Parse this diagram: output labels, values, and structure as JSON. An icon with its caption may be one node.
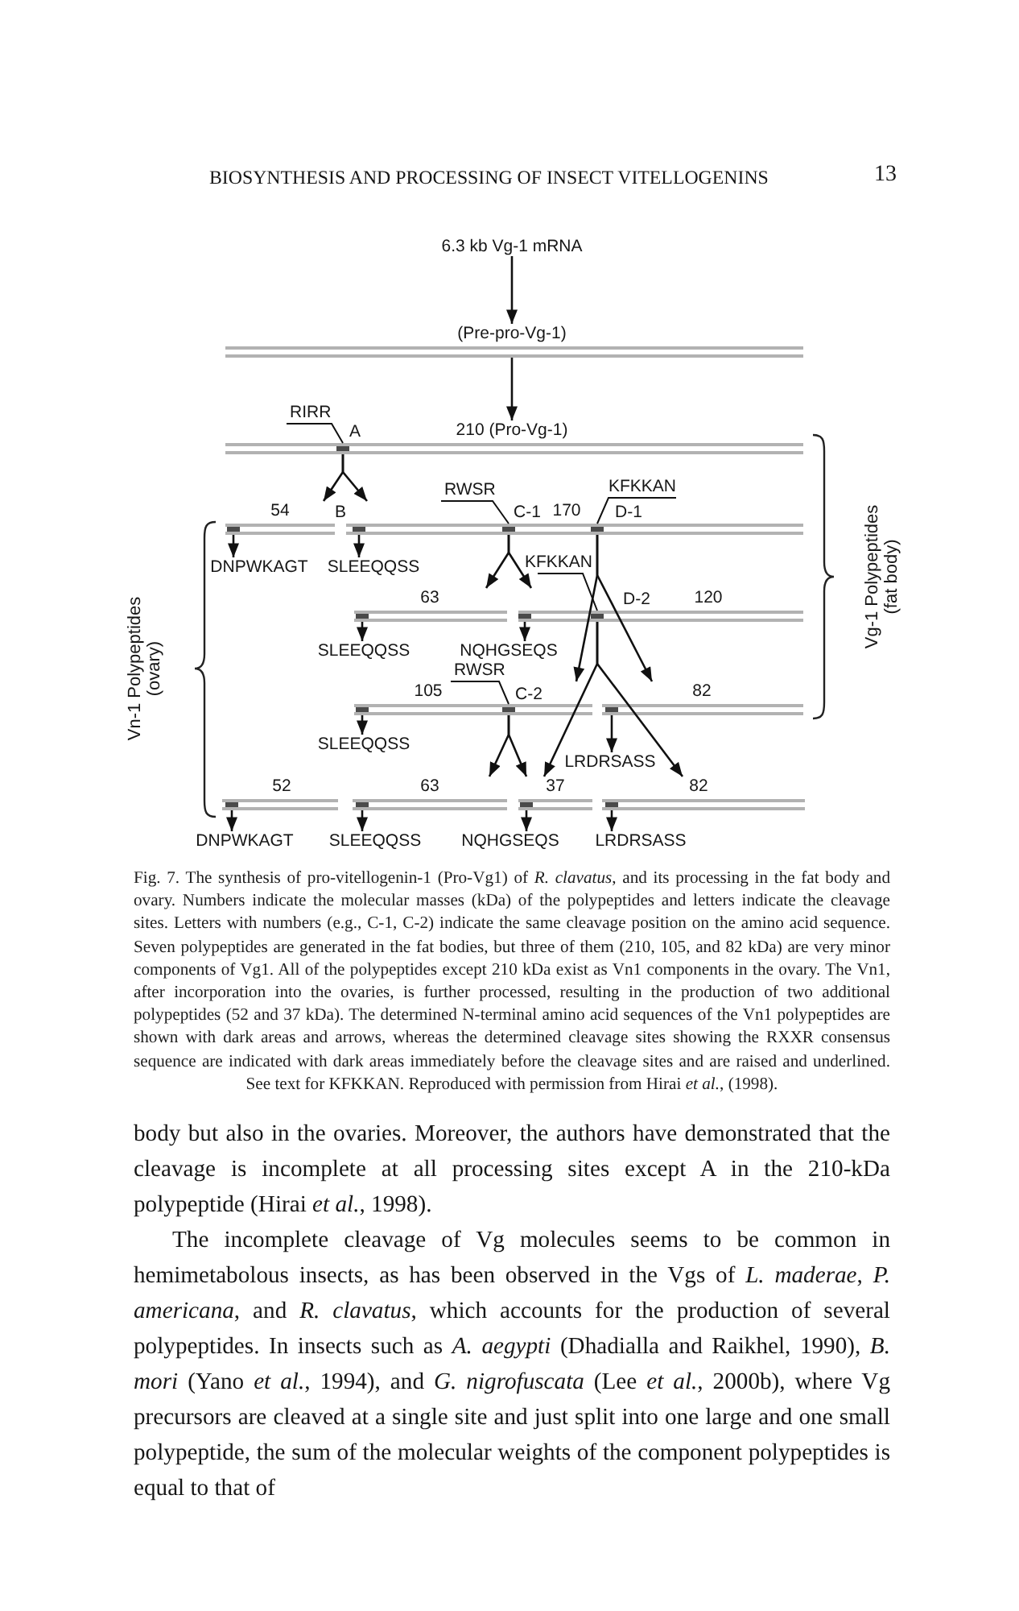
{
  "diagram": {
    "caption": "Fig. 7. The synthesis of pro-vitellogenin-1 (Pro-Vg1) of *R. clavatus*, and its processing in the fat body and ovary. Numbers indicate the molecular masses (kDa) of the polypeptides and letters indicate the cleavage sites. Letters with numbers (e.g., C-1, C-2) indicate the same cleavage position on the amino acid sequence. Seven polypeptides are generated in the fat bodies, but three of them (210, 105, and 82 kDa) are very minor components of Vg1. All of the polypeptides except 210 kDa exist as Vn1 components in the ovary. The Vn1, after incorporation into the ovaries, is further processed, resulting in the production of two additional polypeptides (52 and 37 kDa). The determined N-terminal amino acid sequences of the Vn1 polypeptides are shown with dark areas and arrows, whereas the determined cleavage sites showing the RXXR consensus sequence are indicated with dark areas immediately before the cleavage sites and are raised and underlined. See text for KFKKAN. Reproduced with permission from Hirai *et al.*, (1998).",
    "nodes": [
      {
        "text": [
          "6.3 kb Vg-1 mRNA"
        ]
      },
      {
        "text": [
          "(Pre-pro-Vg-1)"
        ]
      },
      {
        "text": [
          "RIRR"
        ]
      },
      {
        "text": [
          "210 (Pro-Vg-1)"
        ]
      },
      {
        "text": [],
        "shape": "box",
        "in": 3
      },
      {
        "text": [
          "54"
        ]
      },
      {
        "text": [],
        "shape": "box",
        "in": 5
      },
      {
        "text": [
          "RWSR"
        ]
      },
      {
        "text": [
          "KFKKAN"
        ]
      },
      {
        "text": [
          "170"
        ]
      },
      {
        "text": [],
        "shape": "box",
        "in": 9
      },
      {
        "text": [],
        "shape": "box",
        "in": 9
      },
      {
        "text": [],
        "shape": "box",
        "in": 9
      },
      {
        "text": [
          "DNPWKAGT"
        ]
      },
      {
        "text": [
          "SLEEQQSS"
        ]
      },
      {
        "text": [
          "KFKKAN"
        ]
      },
      {
        "text": [
          "63"
        ]
      },
      {
        "text": [],
        "shape": "box",
        "in": 16
      },
      {
        "text": [
          "120"
        ]
      },
      {
        "text": [],
        "shape": "box",
        "in": 18
      },
      {
        "text": [],
        "shape": "box",
        "in": 18
      },
      {
        "text": [
          "SLEEQQSS"
        ]
      },
      {
        "text": [
          "NQHGSEQS"
        ]
      },
      {
        "text": [
          "RWSR"
        ]
      },
      {
        "text": [
          "105"
        ]
      },
      {
        "text": [],
        "shape": "box",
        "in": 24
      },
      {
        "text": [],
        "shape": "box",
        "in": 24
      },
      {
        "text": [
          "82"
        ]
      },
      {
        "text": [],
        "shape": "box",
        "in": 27
      },
      {
        "text": [
          "SLEEQQSS"
        ]
      },
      {
        "text": [
          "LRDRSASS"
        ]
      },
      {
        "text": [
          "52"
        ]
      },
      {
        "text": [],
        "shape": "box",
        "in": 31
      },
      {
        "text": [
          "63"
        ]
      },
      {
        "text": [],
        "shape": "box",
        "in": 33
      },
      {
        "text": [
          "37"
        ]
      },
      {
        "text": [],
        "shape": "box",
        "in": 35
      },
      {
        "text": [
          "82"
        ]
      },
      {
        "text": [],
        "shape": "box",
        "in": 37
      },
      {
        "text": [
          "DNPWKAGT"
        ]
      },
      {
        "text": [
          "SLEEQQSS"
        ]
      },
      {
        "text": [
          "NQHGSEQS"
        ]
      },
      {
        "text": [
          "LRDRSASS"
        ]
      }
    ],
    "edges": [
      {
        "from": 0,
        "to": 1,
        "arrow": "to"
      },
      {
        "from": 1,
        "to": 3,
        "arrow": "to"
      },
      {
        "from": 2,
        "to": 4,
        "arrow": "none"
      },
      {
        "from": 3,
        "to": 5,
        "arrow": "to"
      },
      {
        "from": 3,
        "to": 9,
        "arrow": "to"
      },
      {
        "from": 7,
        "to": 11,
        "arrow": "none"
      },
      {
        "from": 8,
        "to": 12,
        "arrow": "none"
      },
      {
        "from": 6,
        "to": 13,
        "arrow": "to"
      },
      {
        "from": 10,
        "to": 14,
        "arrow": "to"
      },
      {
        "from": 9,
        "to": 16,
        "arrow": "to"
      },
      {
        "from": 9,
        "to": 18,
        "arrow": "to"
      },
      {
        "from": 9,
        "to": 24,
        "arrow": "to"
      },
      {
        "from": 9,
        "to": 27,
        "arrow": "to"
      },
      {
        "from": 15,
        "to": 20,
        "arrow": "none"
      },
      {
        "from": 17,
        "to": 21,
        "arrow": "to"
      },
      {
        "from": 19,
        "to": 22,
        "arrow": "to"
      },
      {
        "from": 18,
        "to": 35,
        "arrow": "to"
      },
      {
        "from": 18,
        "to": 37,
        "arrow": "to"
      },
      {
        "from": 23,
        "to": 26,
        "arrow": "none"
      },
      {
        "from": 25,
        "to": 29,
        "arrow": "to"
      },
      {
        "from": 28,
        "to": 30,
        "arrow": "to"
      },
      {
        "from": 24,
        "to": 33,
        "arrow": "to"
      },
      {
        "from": 24,
        "to": 35,
        "arrow": "to"
      },
      {
        "from": 32,
        "to": 39,
        "arrow": "to"
      },
      {
        "from": 34,
        "to": 40,
        "arrow": "to"
      },
      {
        "from": 36,
        "to": 41,
        "arrow": "to"
      },
      {
        "from": 38,
        "to": 42,
        "arrow": "to"
      }
    ],
    "labels": [
      "BIOSYNTHESIS AND PROCESSING OF INSECT VITELLOGENINS",
      "13",
      "A",
      "B",
      "C-1",
      "D-1",
      "Vg-1 Polypeptides (fat body)",
      "D-2",
      "Vn-1 Polypeptides (ovary)",
      "C-2",
      "body but also in the ovaries. Moreover, the authors have demonstrated that the cleavage is incomplete at all processing sites except A in the 210-kDa polypeptide (Hirai *et al.*, 1998).",
      "The incomplete cleavage of Vg molecules seems to be common in hemimetabolous insects, as has been observed in the Vgs of *L. maderae*, *P. americana*, and *R. clavatus*, which accounts for the production of several polypeptides. In insects such as *A. aegypti* (Dhadialla and Raikhel, 1990), *B. mori* (Yano *et al.*, 1994), and *G. nigrofuscata* (Lee *et al.*, 2000b), where Vg precursors are cleaved at a single site and just split into one large and one small polypeptide, the sum of the molecular weights of the component polypeptides is equal to that of"
    ]
  }
}
